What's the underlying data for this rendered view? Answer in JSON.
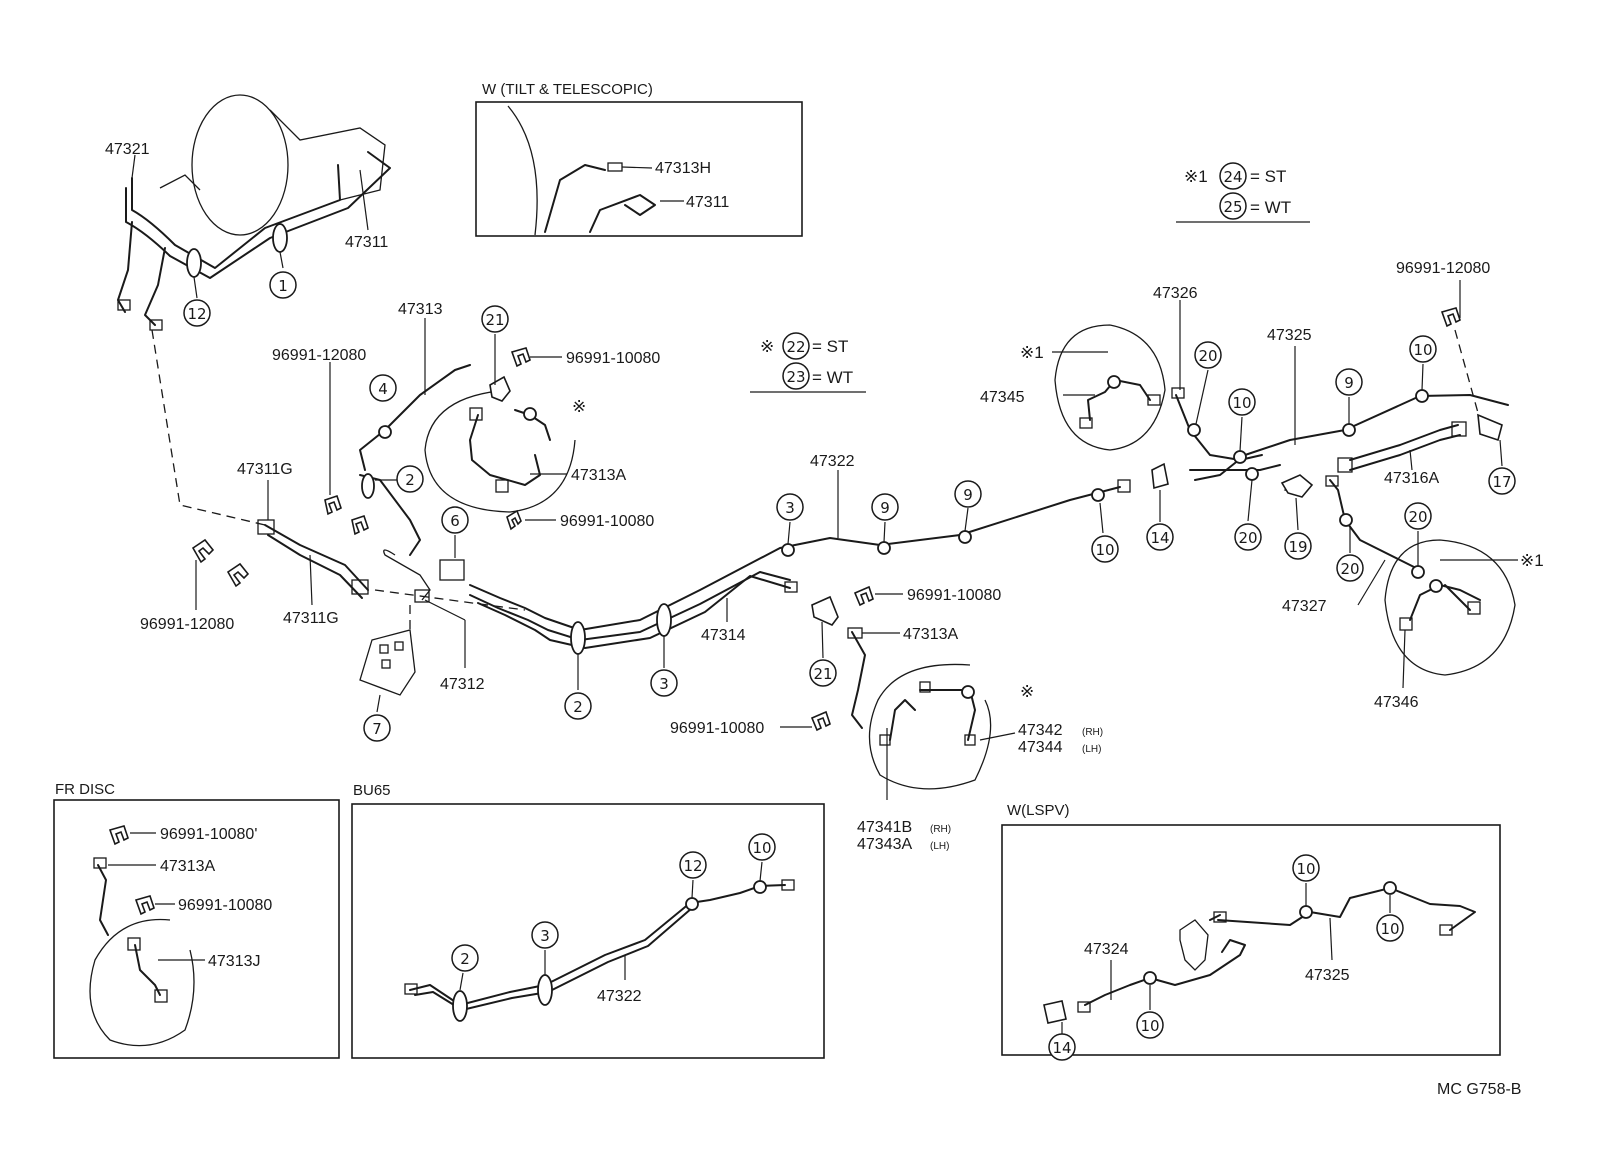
{
  "diagram": {
    "code": "MC G758-B",
    "symbol": "※",
    "legends": {
      "top_right": {
        "mark": "※1",
        "line1_num": "24",
        "line1_text": "= ST",
        "line2_num": "25",
        "line2_text": "= WT"
      },
      "center": {
        "mark": "※",
        "line1_num": "22",
        "line1_text": "= ST",
        "line2_num": "23",
        "line2_text": "= WT"
      }
    },
    "insets": {
      "tilt": "W (TILT & TELESCOPIC)",
      "fr_disc": "FR DISC",
      "bu65": "BU65",
      "lspv": "W(LSPV)"
    },
    "parts": {
      "p47321": "47321",
      "p47311": "47311",
      "p47313H": "47313H",
      "p47313": "47313",
      "p47313A": "47313A",
      "p47313J": "47313J",
      "p47311G": "47311G",
      "p47312": "47312",
      "p47314": "47314",
      "p47322": "47322",
      "p47324": "47324",
      "p47325": "47325",
      "p47326": "47326",
      "p47327": "47327",
      "p47345": "47345",
      "p47346": "47346",
      "p47316A": "47316A",
      "p47342": "47342",
      "p47344": "47344",
      "p47341B": "47341B",
      "p47343A": "47343A",
      "rh": "(RH)",
      "lh": "(LH)",
      "p96991_12080": "96991-12080",
      "p96991_10080": "96991-10080",
      "p96991_10080_prime": "96991-10080'",
      "mark1": "※1"
    },
    "refs": {
      "r1": "1",
      "r2": "2",
      "r3": "3",
      "r4": "4",
      "r6": "6",
      "r7": "7",
      "r9": "9",
      "r10": "10",
      "r12": "12",
      "r14": "14",
      "r17": "17",
      "r19": "19",
      "r20": "20",
      "r21": "21",
      "r22": "22",
      "r23": "23",
      "r24": "24",
      "r25": "25"
    }
  }
}
